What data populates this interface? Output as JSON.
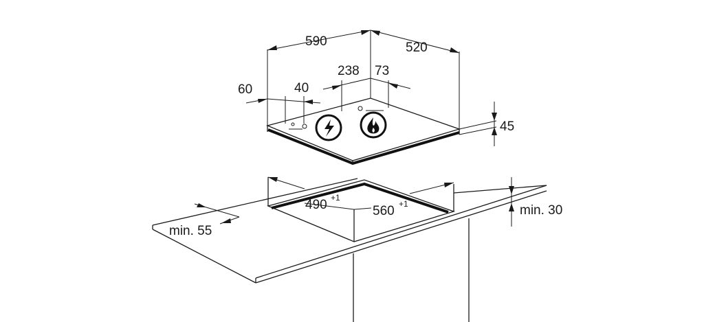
{
  "hob": {
    "dimensions": {
      "width": "590",
      "depth": "520",
      "burner_zone": "238",
      "right_offset": "73",
      "left_offset": "60",
      "knob_offset": "40",
      "height": "45"
    },
    "symbols": [
      "lightning-icon",
      "flame-icon"
    ]
  },
  "cutout": {
    "depth": "490",
    "depth_tolerance": "+1",
    "width": "560",
    "width_tolerance": "+1",
    "min_front": "min. 55",
    "min_worktop": "min. 30"
  }
}
